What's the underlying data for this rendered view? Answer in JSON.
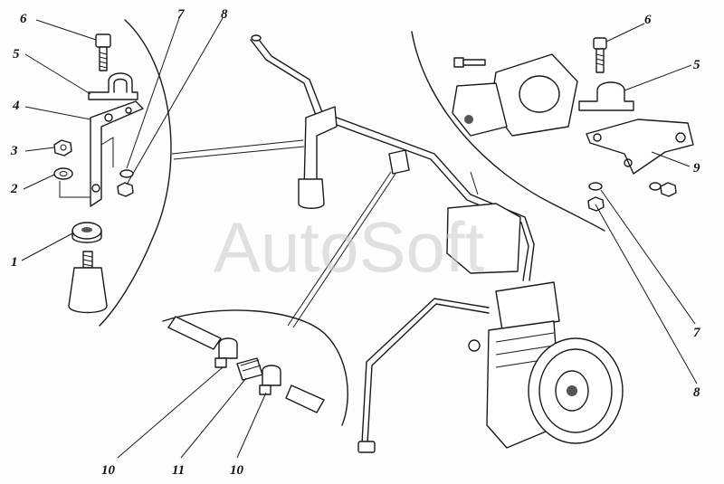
{
  "watermark": "AutoSoft",
  "callouts": [
    {
      "id": "left-6",
      "text": "6"
    },
    {
      "id": "left-5",
      "text": "5"
    },
    {
      "id": "left-4",
      "text": "4"
    },
    {
      "id": "left-3",
      "text": "3"
    },
    {
      "id": "left-2",
      "text": "2"
    },
    {
      "id": "left-1",
      "text": "1"
    },
    {
      "id": "top-7",
      "text": "7"
    },
    {
      "id": "top-8",
      "text": "8"
    },
    {
      "id": "right-6",
      "text": "6"
    },
    {
      "id": "right-5",
      "text": "5"
    },
    {
      "id": "right-9",
      "text": "9"
    },
    {
      "id": "right-7",
      "text": "7"
    },
    {
      "id": "right-8",
      "text": "8"
    },
    {
      "id": "bottom-10a",
      "text": "10"
    },
    {
      "id": "bottom-11",
      "text": "11"
    },
    {
      "id": "bottom-10b",
      "text": "10"
    }
  ]
}
